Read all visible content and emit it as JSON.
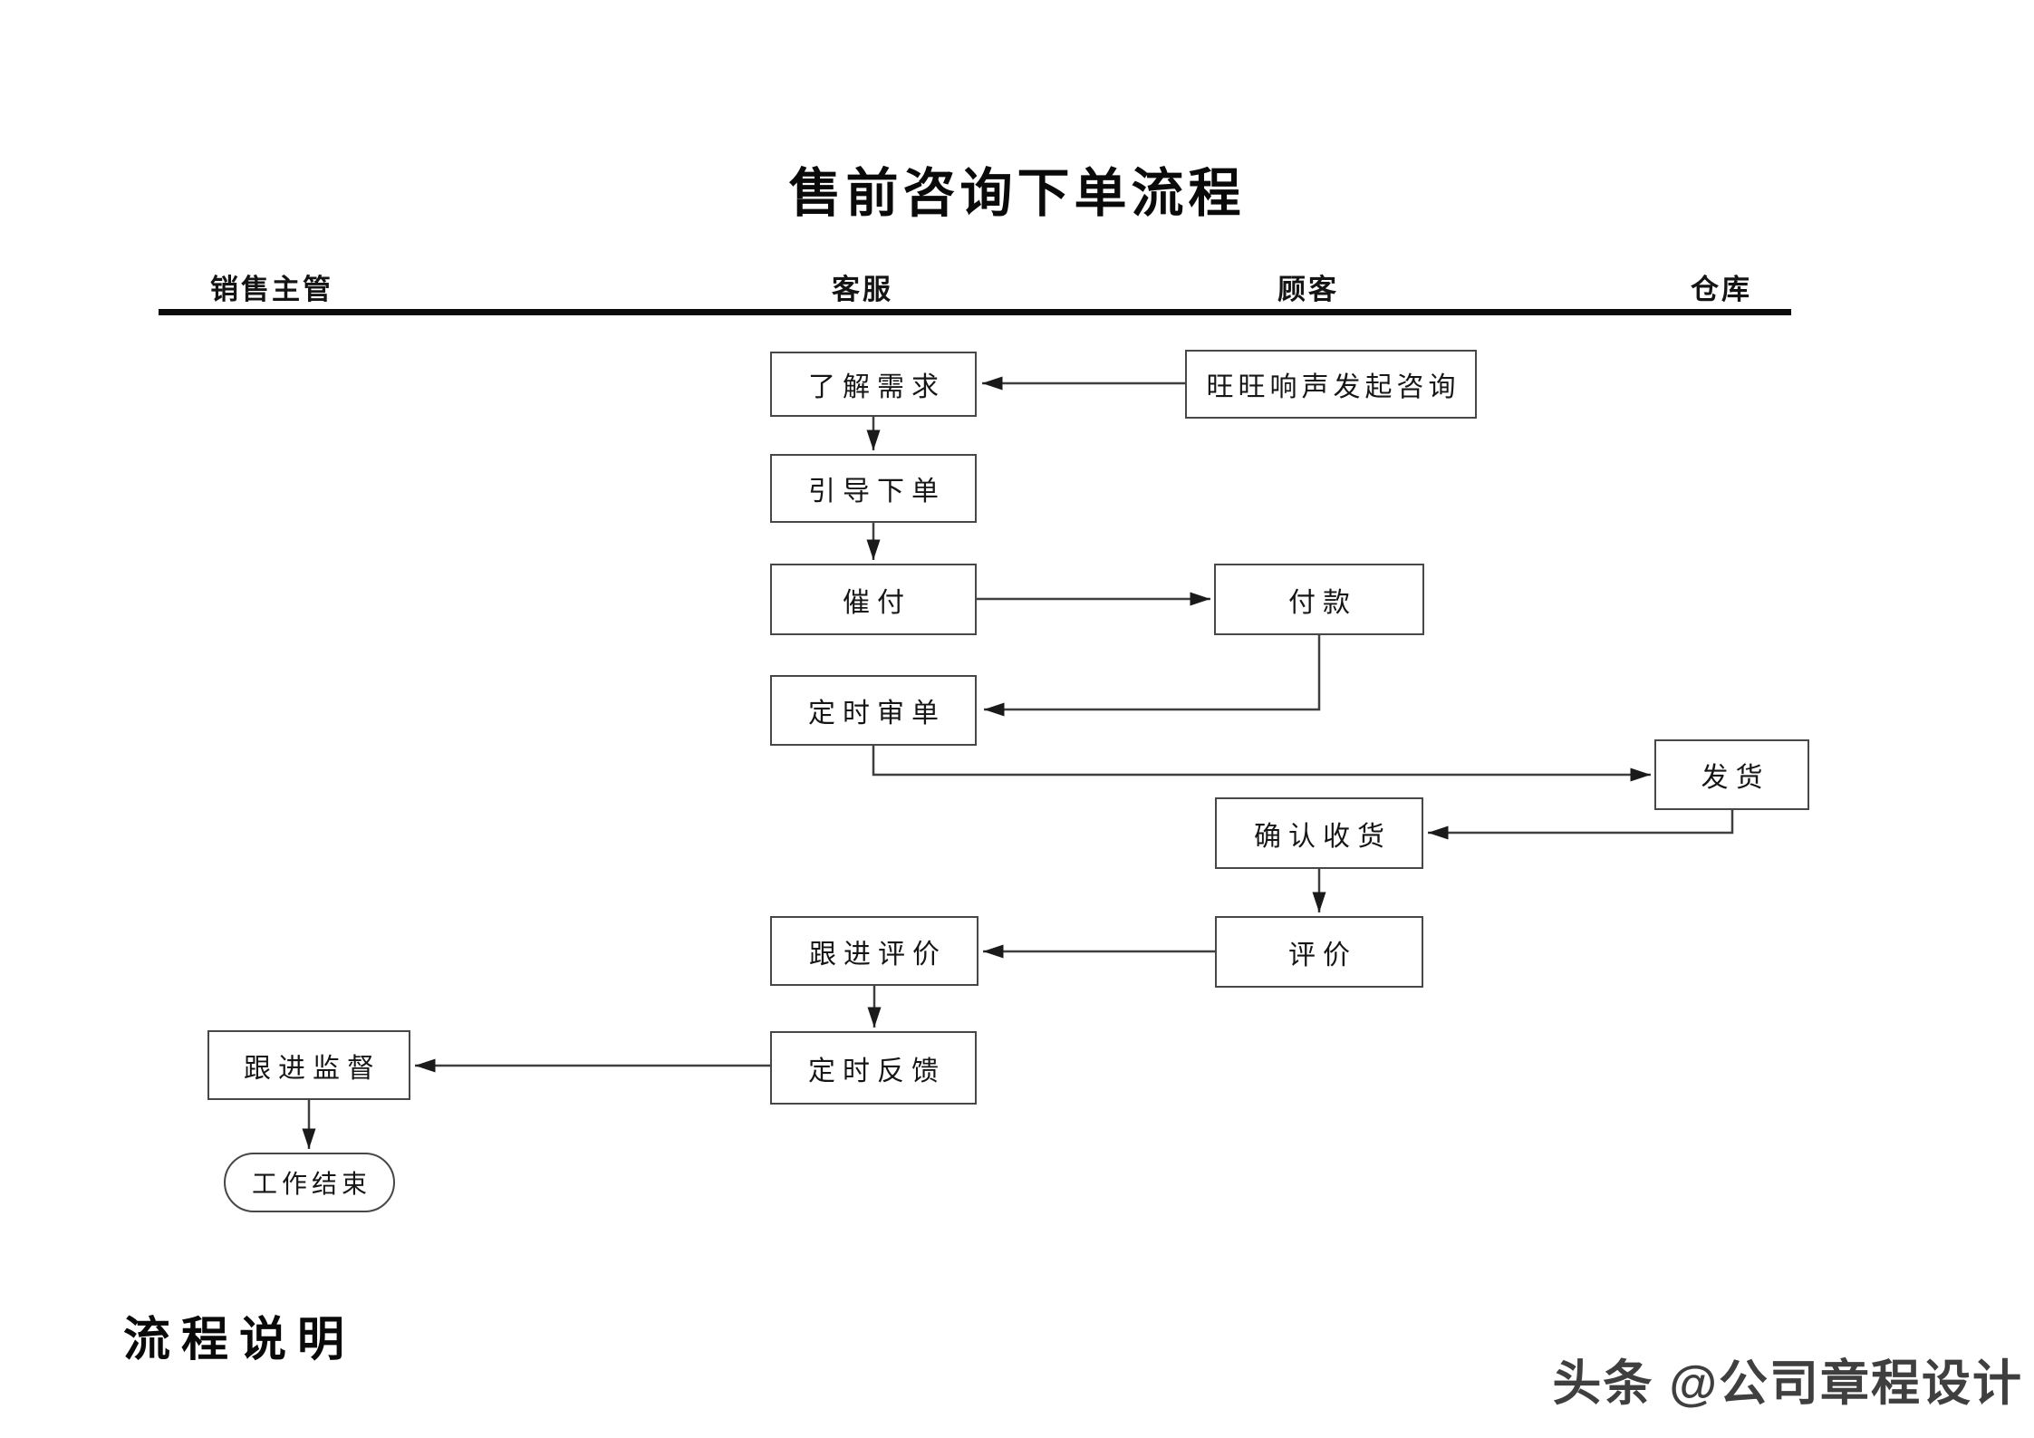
{
  "title": "售前咨询下单流程",
  "lanes": [
    {
      "label": "销售主管"
    },
    {
      "label": "客服"
    },
    {
      "label": "顾客"
    },
    {
      "label": "仓库"
    }
  ],
  "nodes": {
    "inquiry": {
      "label": "旺旺响声发起咨询",
      "lane": "顾客",
      "shape": "rect"
    },
    "understand": {
      "label": "了解需求",
      "lane": "客服",
      "shape": "rect"
    },
    "guide": {
      "label": "引导下单",
      "lane": "客服",
      "shape": "rect"
    },
    "urge": {
      "label": "催付",
      "lane": "客服",
      "shape": "rect"
    },
    "pay": {
      "label": "付款",
      "lane": "顾客",
      "shape": "rect"
    },
    "review": {
      "label": "定时审单",
      "lane": "客服",
      "shape": "rect"
    },
    "ship": {
      "label": "发货",
      "lane": "仓库",
      "shape": "rect"
    },
    "confirm": {
      "label": "确认收货",
      "lane": "顾客",
      "shape": "rect"
    },
    "evaluate": {
      "label": "评价",
      "lane": "顾客",
      "shape": "rect"
    },
    "follow_eval": {
      "label": "跟进评价",
      "lane": "客服",
      "shape": "rect"
    },
    "feedback": {
      "label": "定时反馈",
      "lane": "客服",
      "shape": "rect"
    },
    "supervise": {
      "label": "跟进监督",
      "lane": "销售主管",
      "shape": "rect"
    },
    "end": {
      "label": "工作结束",
      "lane": "销售主管",
      "shape": "terminator"
    }
  },
  "connections": [
    {
      "from": "inquiry",
      "to": "understand"
    },
    {
      "from": "understand",
      "to": "guide"
    },
    {
      "from": "guide",
      "to": "urge"
    },
    {
      "from": "urge",
      "to": "pay"
    },
    {
      "from": "pay",
      "to": "review"
    },
    {
      "from": "review",
      "to": "ship"
    },
    {
      "from": "ship",
      "to": "confirm"
    },
    {
      "from": "confirm",
      "to": "evaluate"
    },
    {
      "from": "evaluate",
      "to": "follow_eval"
    },
    {
      "from": "follow_eval",
      "to": "feedback"
    },
    {
      "from": "feedback",
      "to": "supervise"
    },
    {
      "from": "supervise",
      "to": "end"
    }
  ],
  "footer": {
    "section_heading": "流程说明",
    "watermark": "头条 @公司章程设计"
  },
  "colors": {
    "background": "#ffffff",
    "line": "#3f3f3f",
    "box_border": "#474747",
    "text": "#111111",
    "divider": "#0b0b0b",
    "watermark": "#3f3f3f"
  }
}
